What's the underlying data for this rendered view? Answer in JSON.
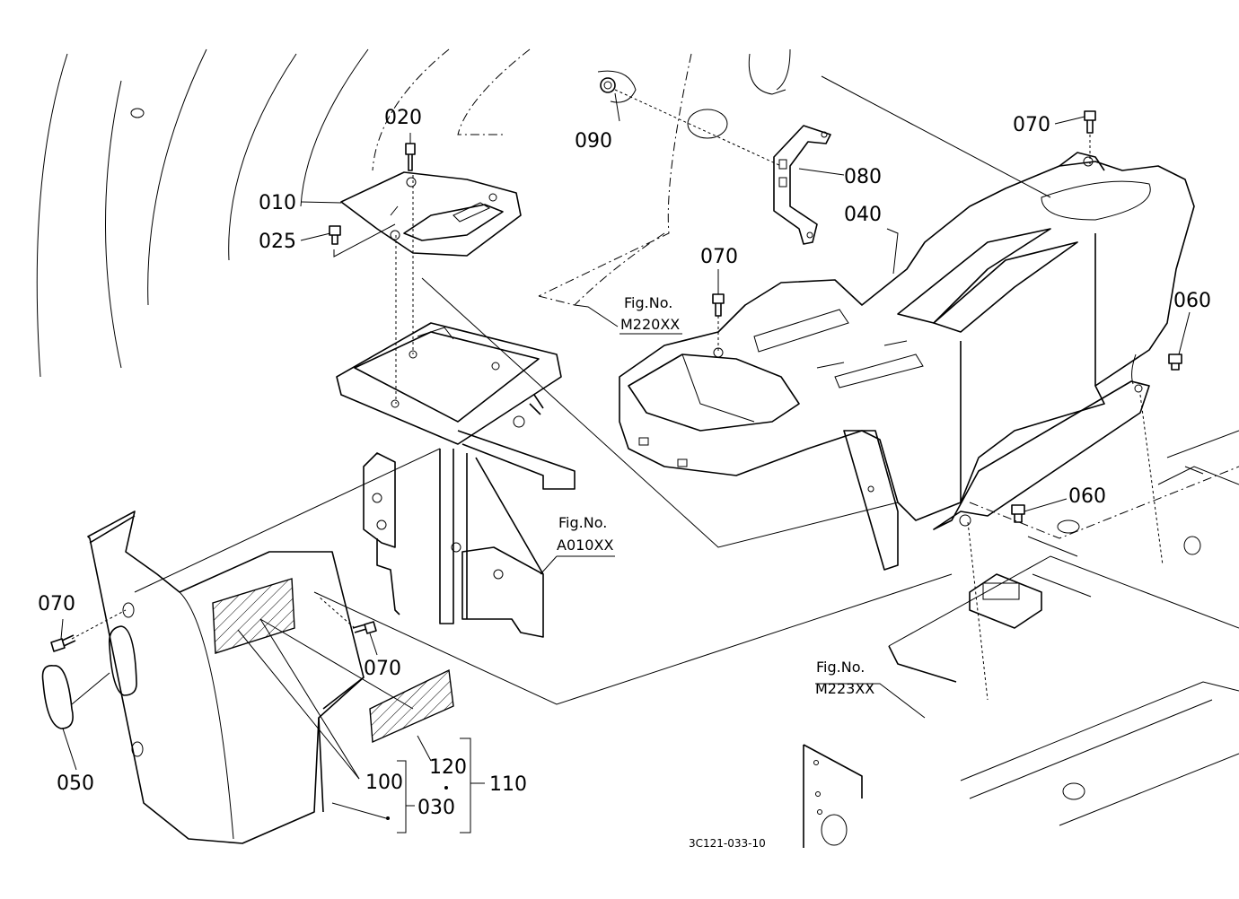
{
  "diagram_code": "3C121-033-10",
  "parts": [
    {
      "label": "010"
    },
    {
      "label": "020"
    },
    {
      "label": "025"
    },
    {
      "label": "030"
    },
    {
      "label": "040"
    },
    {
      "label": "050"
    },
    {
      "label": "060"
    },
    {
      "label": "070"
    },
    {
      "label": "080"
    },
    {
      "label": "090"
    },
    {
      "label": "100"
    },
    {
      "label": "110"
    },
    {
      "label": "120"
    }
  ],
  "figure_refs": [
    {
      "prefix": "Fig.No.",
      "number": "M220XX"
    },
    {
      "prefix": "Fig.No.",
      "number": "A010XX"
    },
    {
      "prefix": "Fig.No.",
      "number": "M223XX"
    }
  ]
}
